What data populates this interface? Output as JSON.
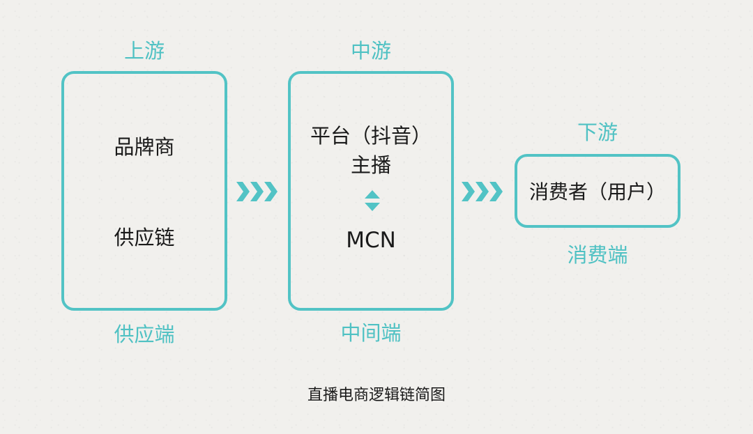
{
  "stages": {
    "upstream": {
      "top_label": "上游",
      "bottom_label": "供应端",
      "items": [
        "品牌商",
        "供应链"
      ]
    },
    "midstream": {
      "top_label": "中游",
      "bottom_label": "中间端",
      "items": [
        "平台（抖音）",
        "主播",
        "MCN"
      ]
    },
    "downstream": {
      "top_label": "下游",
      "bottom_label": "消费端",
      "items": [
        "消费者（用户）"
      ]
    }
  },
  "caption": "直播电商逻辑链简图",
  "colors": {
    "accent": "#52c3c5",
    "label": "#4fc1c3",
    "text": "#1a1a1a",
    "background": "#f1f0ed"
  },
  "icons": {
    "flow_arrow": "triple-chevron-right",
    "exchange": "up-down-triangles"
  }
}
